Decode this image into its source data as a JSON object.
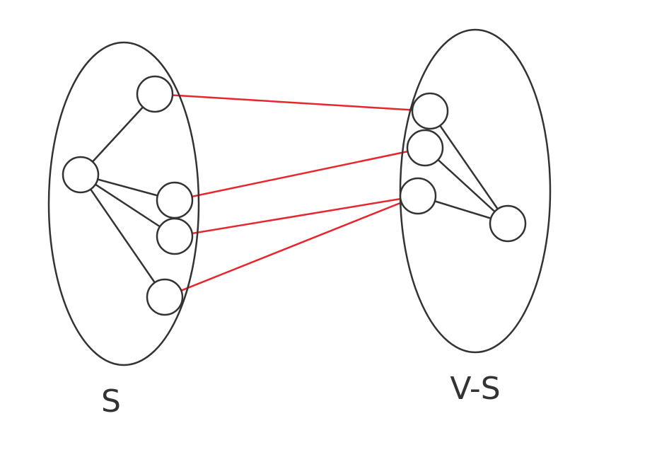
{
  "labels": {
    "left_set": "S",
    "right_set": "V-S"
  },
  "colors": {
    "cut_edge": "#e8262e",
    "stroke": "#333333"
  },
  "sets": [
    {
      "id": "left",
      "name_ref": "left_set"
    },
    {
      "id": "right",
      "name_ref": "right_set"
    }
  ],
  "nodes": [
    {
      "id": "s1",
      "set": "left"
    },
    {
      "id": "s2",
      "set": "left"
    },
    {
      "id": "s3",
      "set": "left"
    },
    {
      "id": "s4",
      "set": "left"
    },
    {
      "id": "s5",
      "set": "left"
    },
    {
      "id": "v1",
      "set": "right"
    },
    {
      "id": "v2",
      "set": "right"
    },
    {
      "id": "v3",
      "set": "right"
    },
    {
      "id": "v4",
      "set": "right"
    }
  ],
  "edges": [
    {
      "from": "s2",
      "to": "s1",
      "cut": false
    },
    {
      "from": "s2",
      "to": "s3",
      "cut": false
    },
    {
      "from": "s2",
      "to": "s4",
      "cut": false
    },
    {
      "from": "s2",
      "to": "s5",
      "cut": false
    },
    {
      "from": "v1",
      "to": "v4",
      "cut": false
    },
    {
      "from": "v2",
      "to": "v4",
      "cut": false
    },
    {
      "from": "v3",
      "to": "v4",
      "cut": false
    },
    {
      "from": "s1",
      "to": "v1",
      "cut": true
    },
    {
      "from": "s3",
      "to": "v2",
      "cut": true
    },
    {
      "from": "s4",
      "to": "v3",
      "cut": true
    },
    {
      "from": "s5",
      "to": "v3",
      "cut": true
    }
  ]
}
